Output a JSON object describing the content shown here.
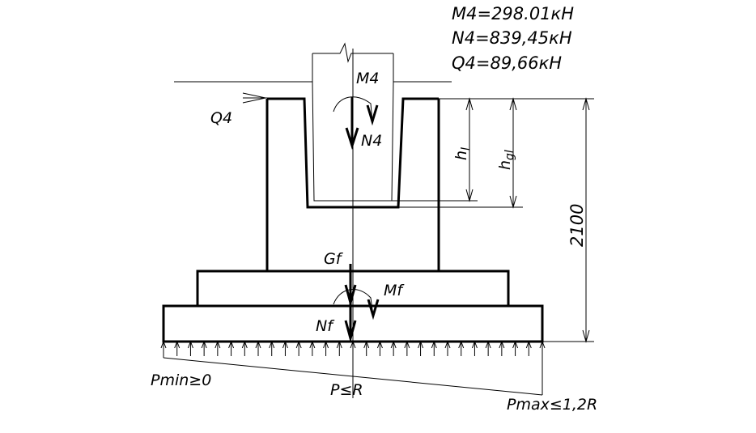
{
  "loads": {
    "m4_value": "M4=298.01кН",
    "n4_value": "N4=839,45кН",
    "q4_value": "Q4=89,66кН"
  },
  "labels": {
    "q4": "Q4",
    "m4": "M4",
    "n4": "N4",
    "gf": "Gf",
    "mf": "Mf",
    "nf": "Nf",
    "hl_main": "h",
    "hl_sub": "l",
    "hgl_main": "h",
    "hgl_sub": "gl",
    "height": "2100",
    "pmin": "Pmin≥0",
    "p": "P≤R",
    "pmax": "Pmax≤1,2R"
  }
}
